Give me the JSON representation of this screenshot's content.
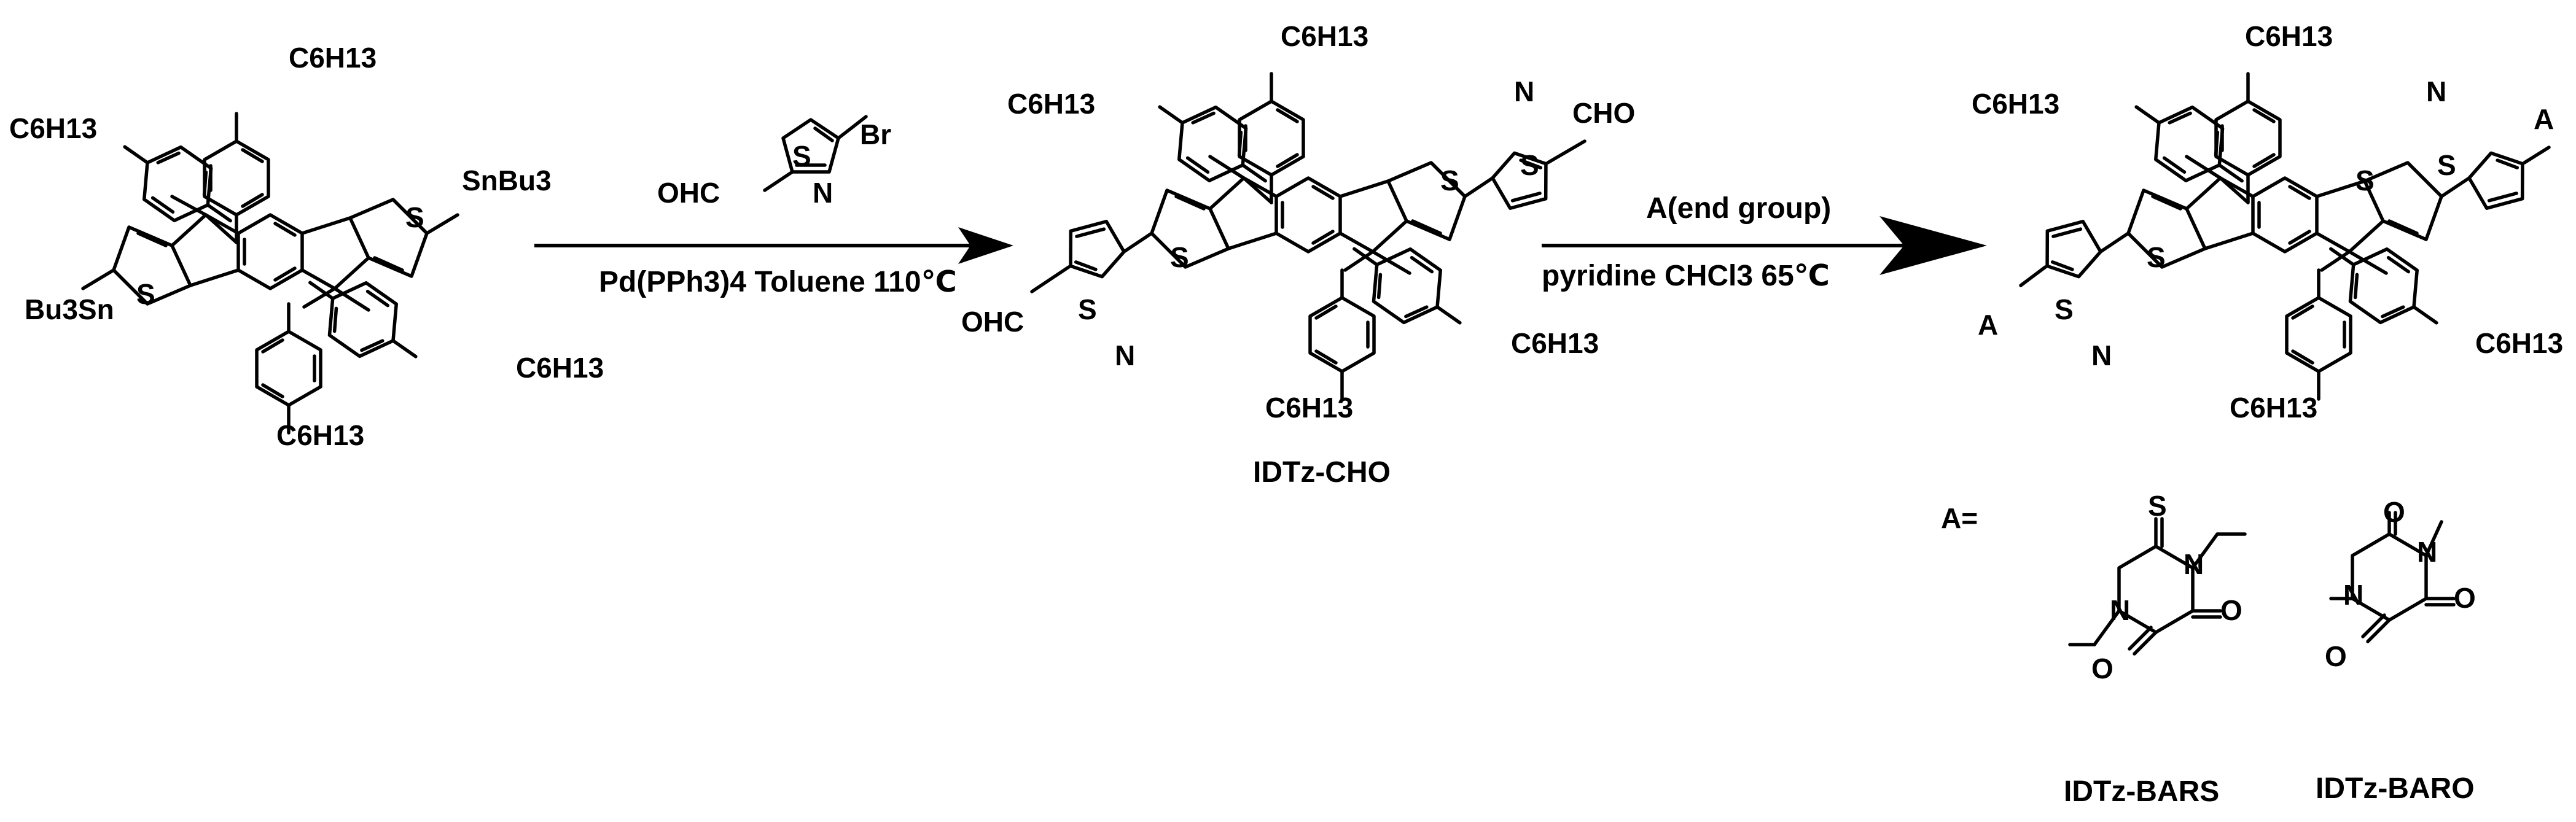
{
  "reagents": {
    "step1": {
      "reactant_br": "Br",
      "reactant_cho": "OHC",
      "reactant_s": "S",
      "reactant_n": "N",
      "conditions": "Pd(PPh3)4 Toluene 110℃"
    },
    "step2": {
      "above": "A(end group)",
      "below": "pyridine  CHCl3  65℃"
    }
  },
  "starting_material": {
    "substituent": "C6H13",
    "stannyl_right": "SnBu3",
    "stannyl_left": "Bu3Sn",
    "thiophene_s": "S"
  },
  "intermediate": {
    "name": "IDTz-CHO",
    "substituent": "C6H13",
    "aldehyde_right": "CHO",
    "aldehyde_left": "OHC",
    "thiazole_s": "S",
    "thiazole_n": "N"
  },
  "product": {
    "end_group_label": "A",
    "substituent": "C6H13",
    "thiazole_s": "S",
    "thiazole_n": "N",
    "end_group_definition": "A=",
    "end_groups": [
      {
        "name": "IDTz-BARS",
        "exo_atom": "S",
        "carbonyl_o": "O",
        "n": "N"
      },
      {
        "name": "IDTz-BARO",
        "exo_atom": "O",
        "carbonyl_o": "O",
        "n": "N"
      }
    ]
  }
}
